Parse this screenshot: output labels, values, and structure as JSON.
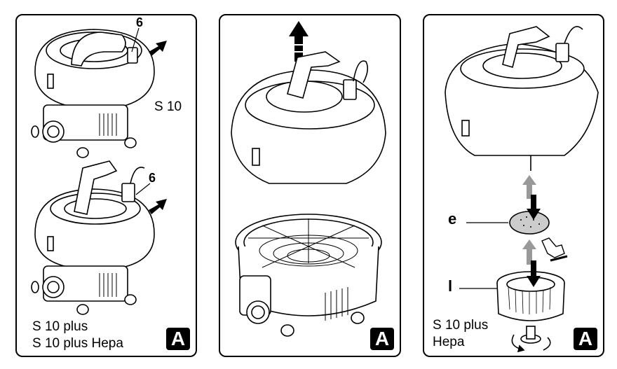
{
  "panel1": {
    "callout_top": "6",
    "model_top": "S 10",
    "callout_bottom": "6",
    "model_bottom_line1": "S 10 plus",
    "model_bottom_line2": "S 10 plus Hepa",
    "badge": "A"
  },
  "panel2": {
    "badge": "A"
  },
  "panel3": {
    "part_e": "e",
    "part_l": "l",
    "model_line1": "S 10 plus",
    "model_line2": "Hepa",
    "badge": "A"
  }
}
